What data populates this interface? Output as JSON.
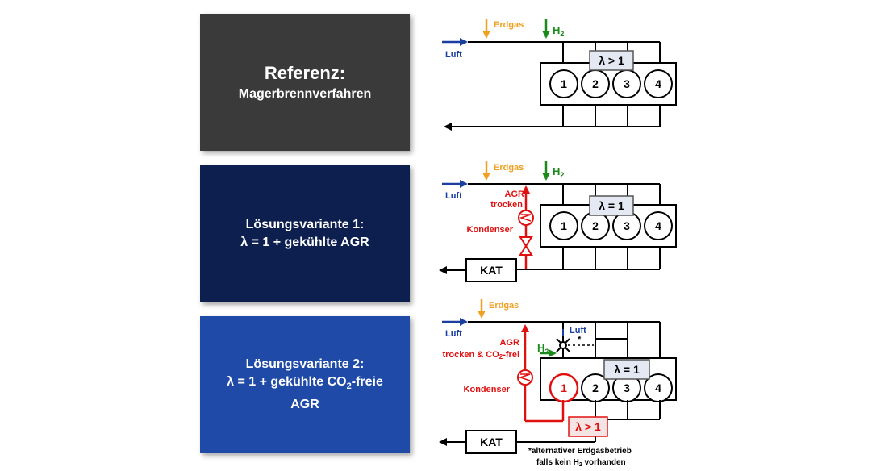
{
  "panels": {
    "referenz": {
      "line1": "Referenz:",
      "line2": "Magerbrennverfahren"
    },
    "variant1": {
      "line1": "Lösungsvariante 1:",
      "line2": "λ = 1 + gekühlte AGR"
    },
    "variant2": {
      "line1": "Lösungsvariante 2:",
      "line2_a": "λ = 1 + gekühlte CO",
      "line2_sub": "2",
      "line2_b": "-freie",
      "line3": "AGR"
    }
  },
  "diagram": {
    "erdgas": "Erdgas",
    "h2_main": "H",
    "h2_sub": "2",
    "luft": "Luft",
    "lambda_gt1": "λ > 1",
    "lambda_eq1": "λ = 1",
    "cylinders": [
      "1",
      "2",
      "3",
      "4"
    ],
    "agr": "AGR",
    "trocken": "trocken",
    "trocken_co2_a": "trocken & CO",
    "trocken_co2_sub": "2",
    "trocken_co2_b": "-frei",
    "kondenser": "Kondenser",
    "kat": "KAT",
    "footnote_line1": "*alternativer  Erdgasbetrieb",
    "footnote_line2_a": "falls kein H",
    "footnote_line2_sub": "2",
    "footnote_line2_b": " vorhanden",
    "star": "*"
  },
  "colors": {
    "erdgas": "#f0a020",
    "h2": "#1a8a1a",
    "luft": "#1a3fa0",
    "agr": "#e01010"
  }
}
